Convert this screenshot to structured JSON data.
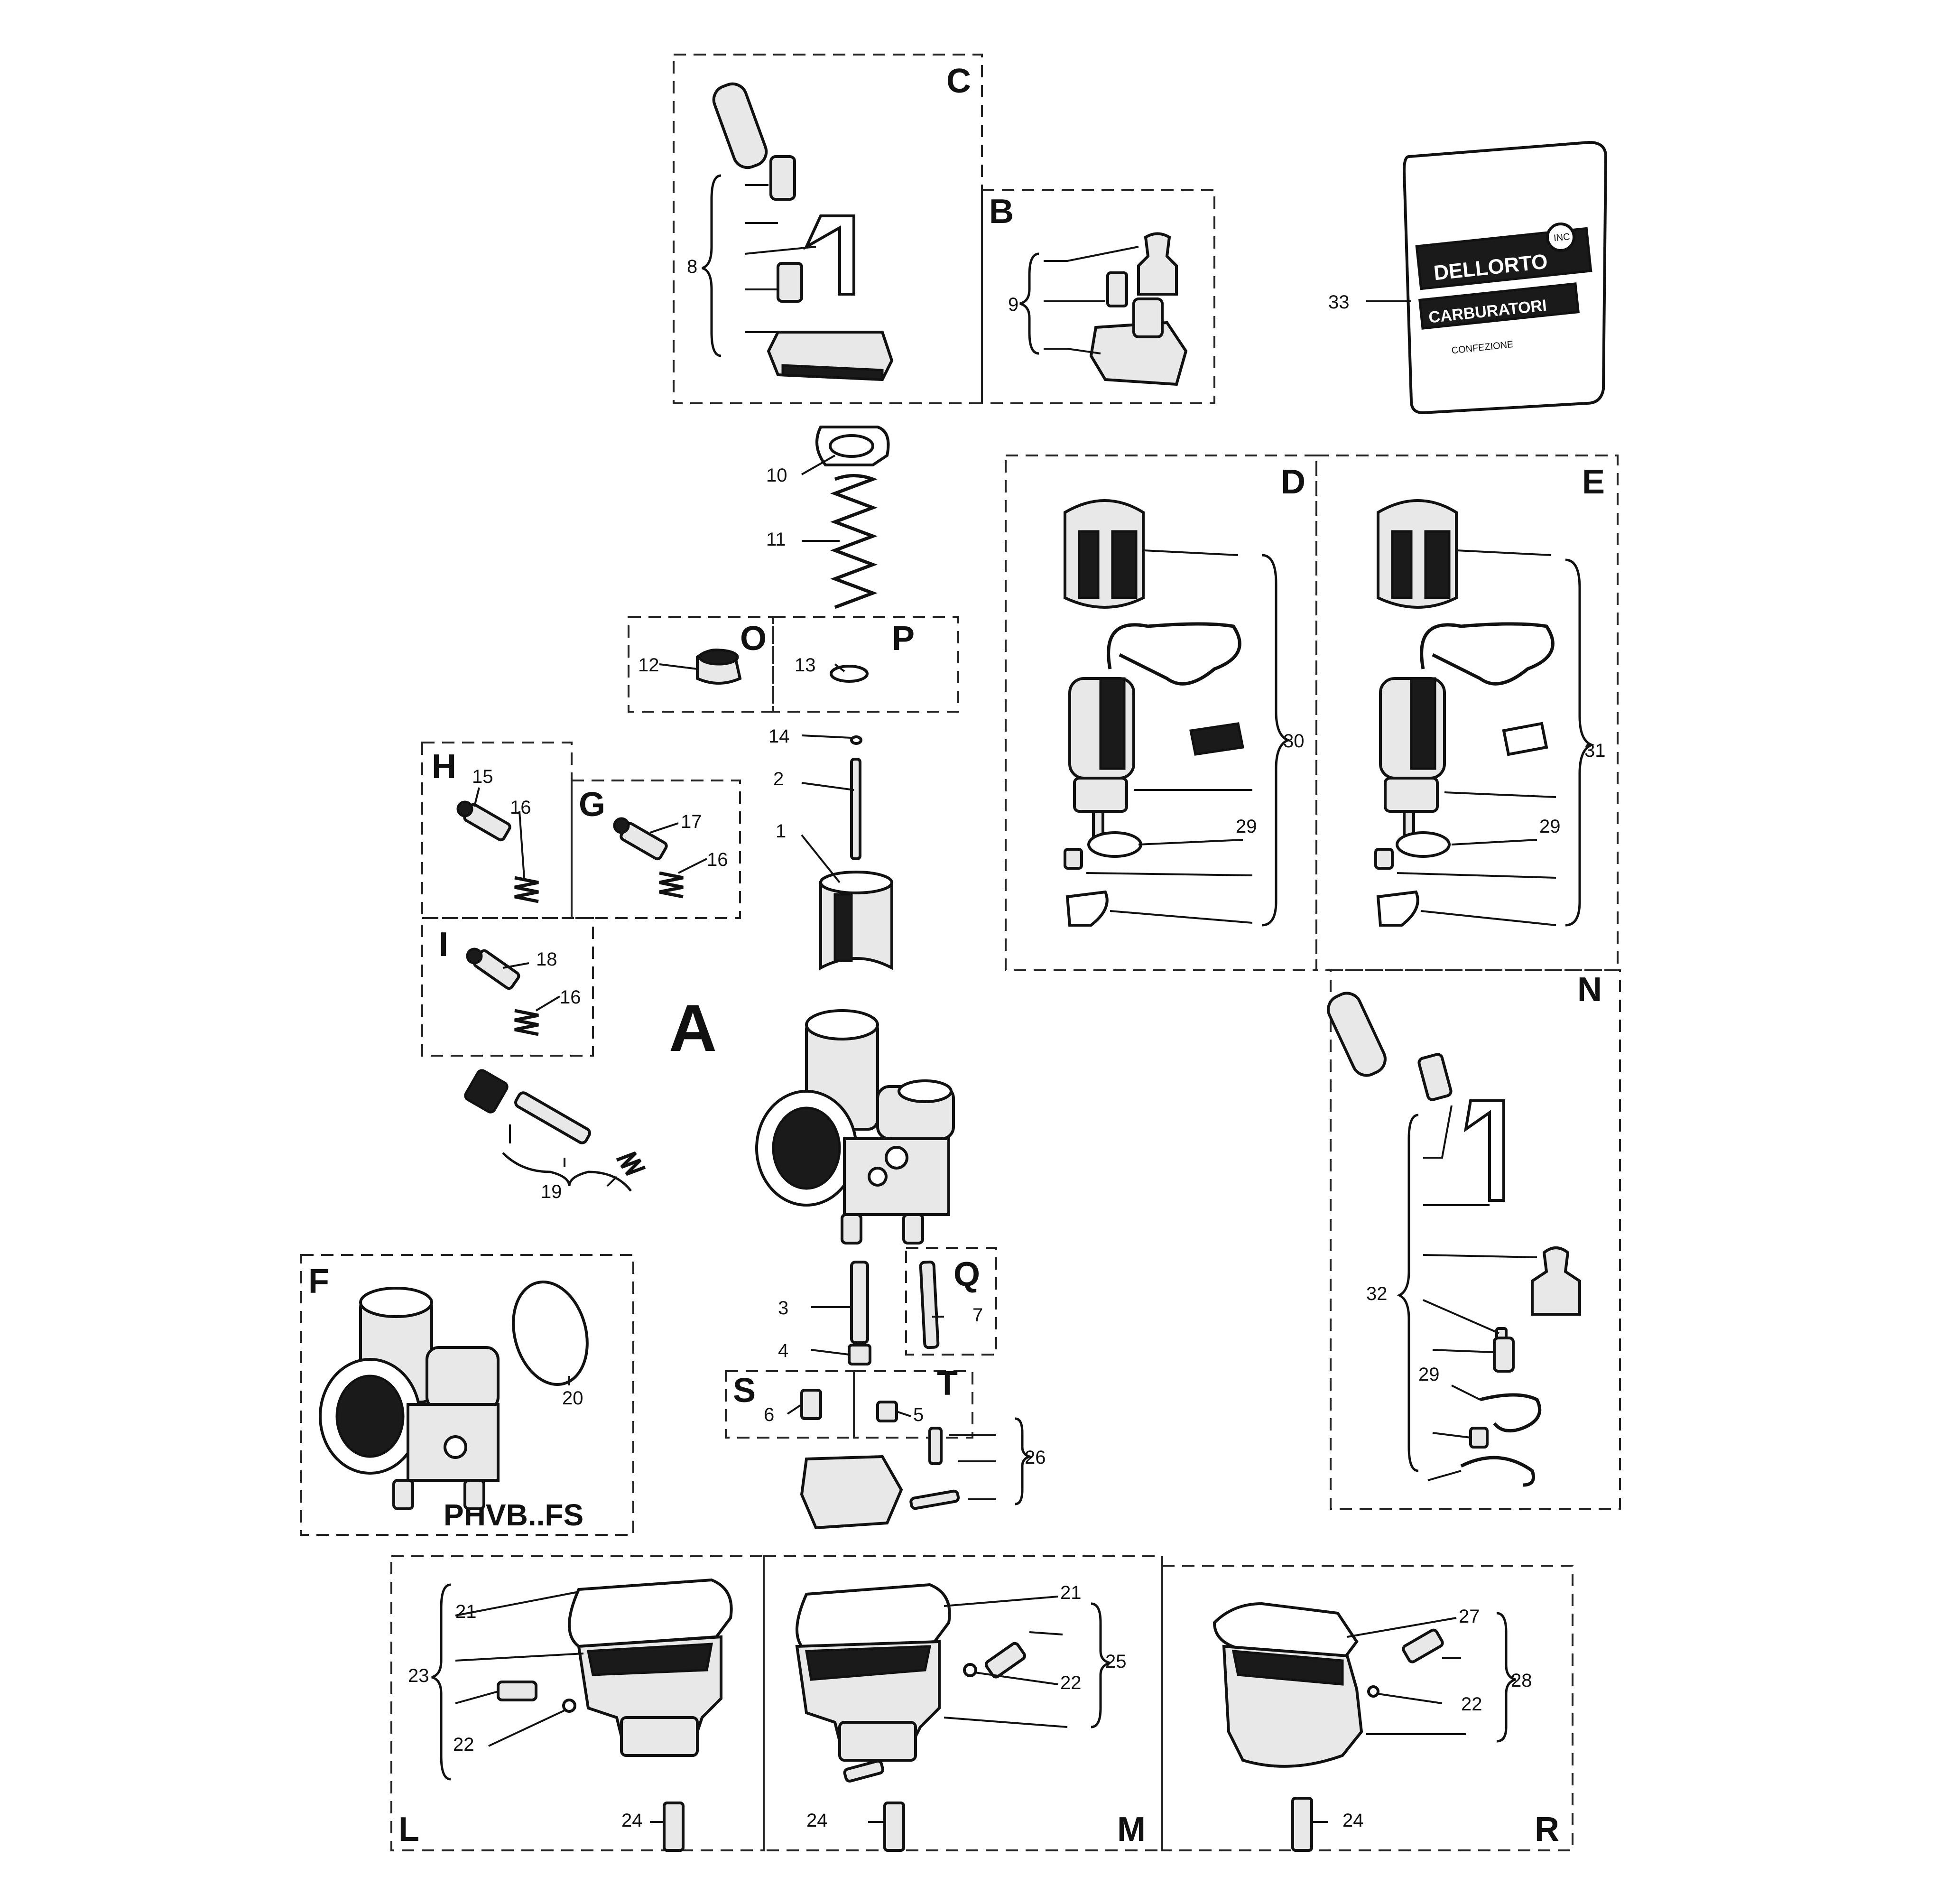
{
  "section_letters": {
    "A": "A",
    "B": "B",
    "C": "C",
    "D": "D",
    "E": "E",
    "F": "F",
    "G": "G",
    "H": "H",
    "I": "I",
    "L": "L",
    "M": "M",
    "N": "N",
    "O": "O",
    "P": "P",
    "Q": "Q",
    "R": "R",
    "S": "S",
    "T": "T"
  },
  "model_label": "PHVB..FS",
  "bag_label": {
    "brand": "DELLORTO",
    "line1": "CARBURATORI",
    "line2": "CONFEZIONE",
    "inc": "INC"
  },
  "part_numbers": {
    "n1": "1",
    "n2": "2",
    "n3": "3",
    "n4": "4",
    "n5": "5",
    "n6": "6",
    "n7": "7",
    "n8": "8",
    "n9": "9",
    "n10": "10",
    "n11": "11",
    "n12": "12",
    "n13": "13",
    "n14": "14",
    "n15": "15",
    "n16a": "16",
    "n16b": "16",
    "n16c": "16",
    "n17": "17",
    "n18": "18",
    "n19": "19",
    "n20": "20",
    "n21a": "21",
    "n21b": "21",
    "n22a": "22",
    "n22b": "22",
    "n22c": "22",
    "n23": "23",
    "n24a": "24",
    "n24b": "24",
    "n24c": "24",
    "n25": "25",
    "n26": "26",
    "n27": "27",
    "n28": "28",
    "n29a": "29",
    "n29b": "29",
    "n29c": "29",
    "n30": "30",
    "n31": "31",
    "n32": "32",
    "n33": "33"
  }
}
